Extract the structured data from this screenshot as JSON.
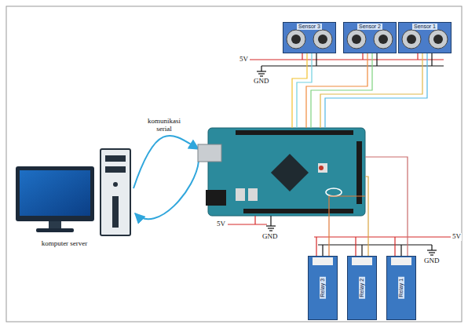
{
  "diagram": {
    "nodes": [
      {
        "text": [
          "Sensor 3"
        ]
      },
      {
        "text": [
          "Sensor 2"
        ]
      },
      {
        "text": [
          "Sensor 1"
        ]
      },
      {
        "text": [
          "Relay 3"
        ]
      },
      {
        "text": [
          "Relay 2"
        ]
      },
      {
        "text": [
          "Relay 1"
        ]
      }
    ],
    "labels": [
      "5V",
      "GND",
      "komunikasi serial",
      "5V",
      "GND",
      "komputer server",
      "GND",
      "5V"
    ]
  }
}
